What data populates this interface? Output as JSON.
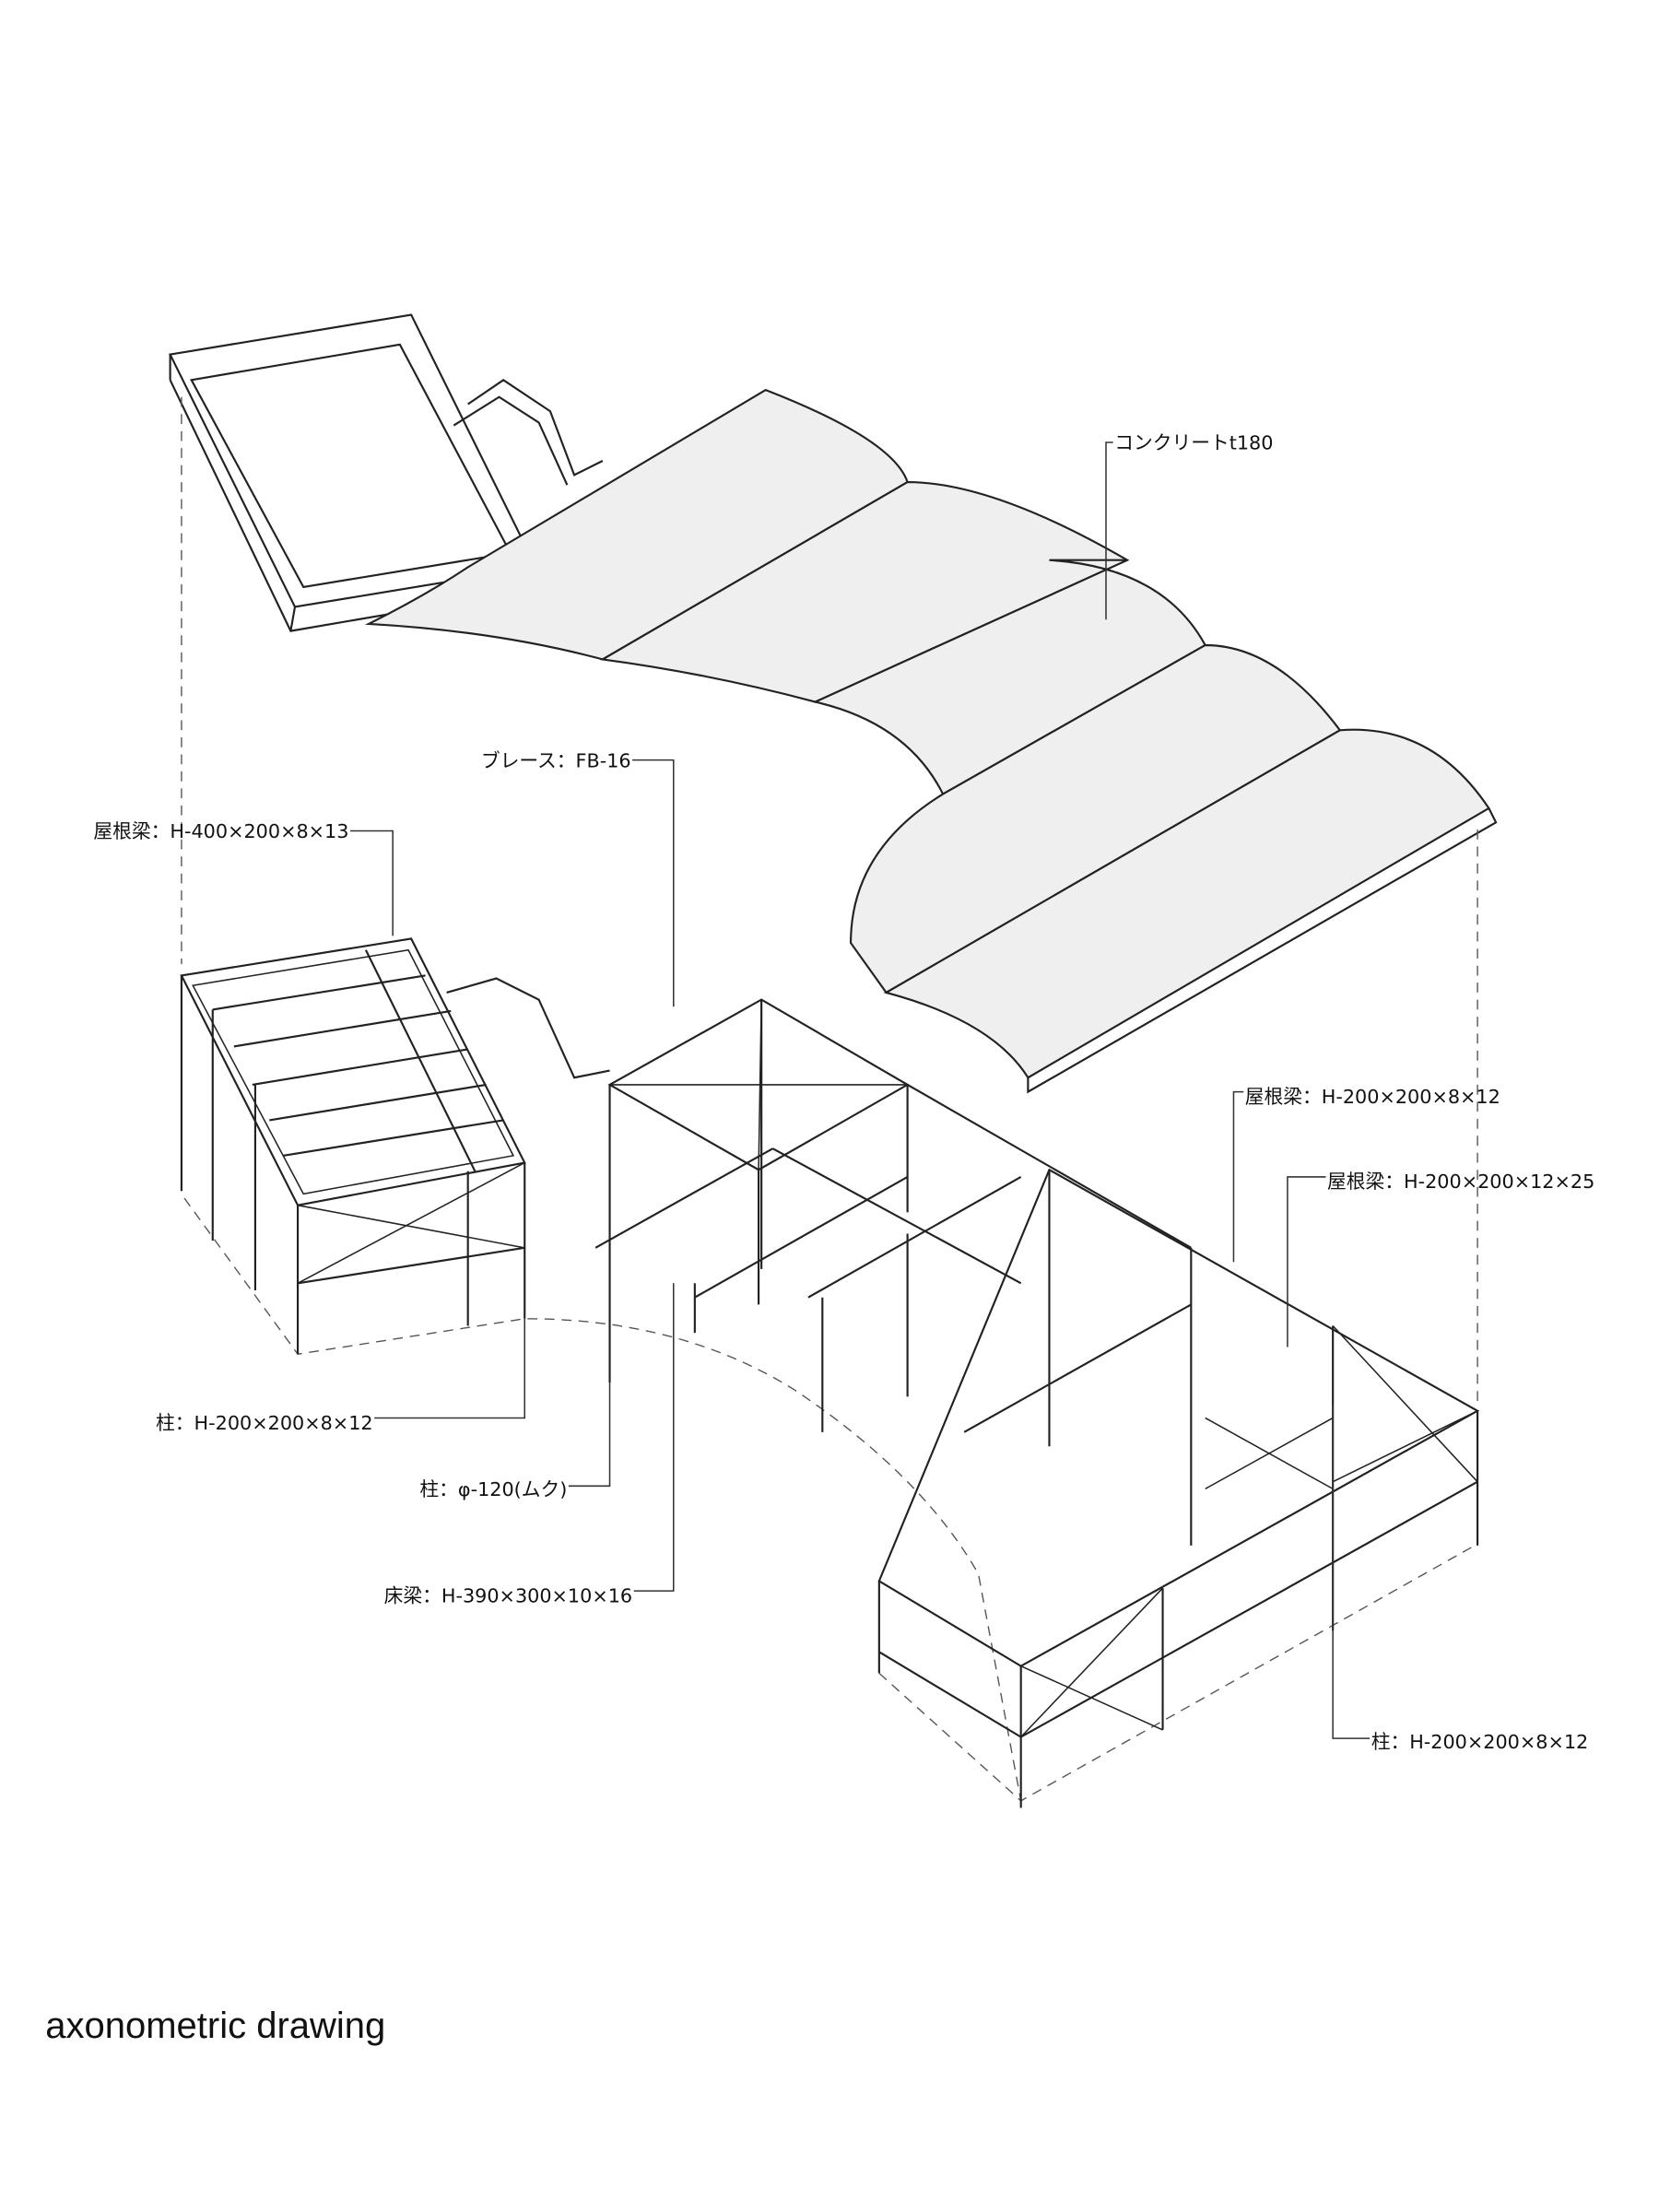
{
  "labels": {
    "concrete": "コンクリートt180",
    "brace": "ブレース：FB-16",
    "roof_beam_left": "屋根梁：H-400×200×8×13",
    "roof_beam_right_1": "屋根梁：H-200×200×8×12",
    "roof_beam_right_2": "屋根梁：H-200×200×12×25",
    "column_left": "柱：H-200×200×8×12",
    "column_round": "柱：φ-120(ムク)",
    "floor_beam": "床梁：H-390×300×10×16",
    "column_right": "柱：H-200×200×8×12"
  },
  "caption": "axonometric drawing"
}
